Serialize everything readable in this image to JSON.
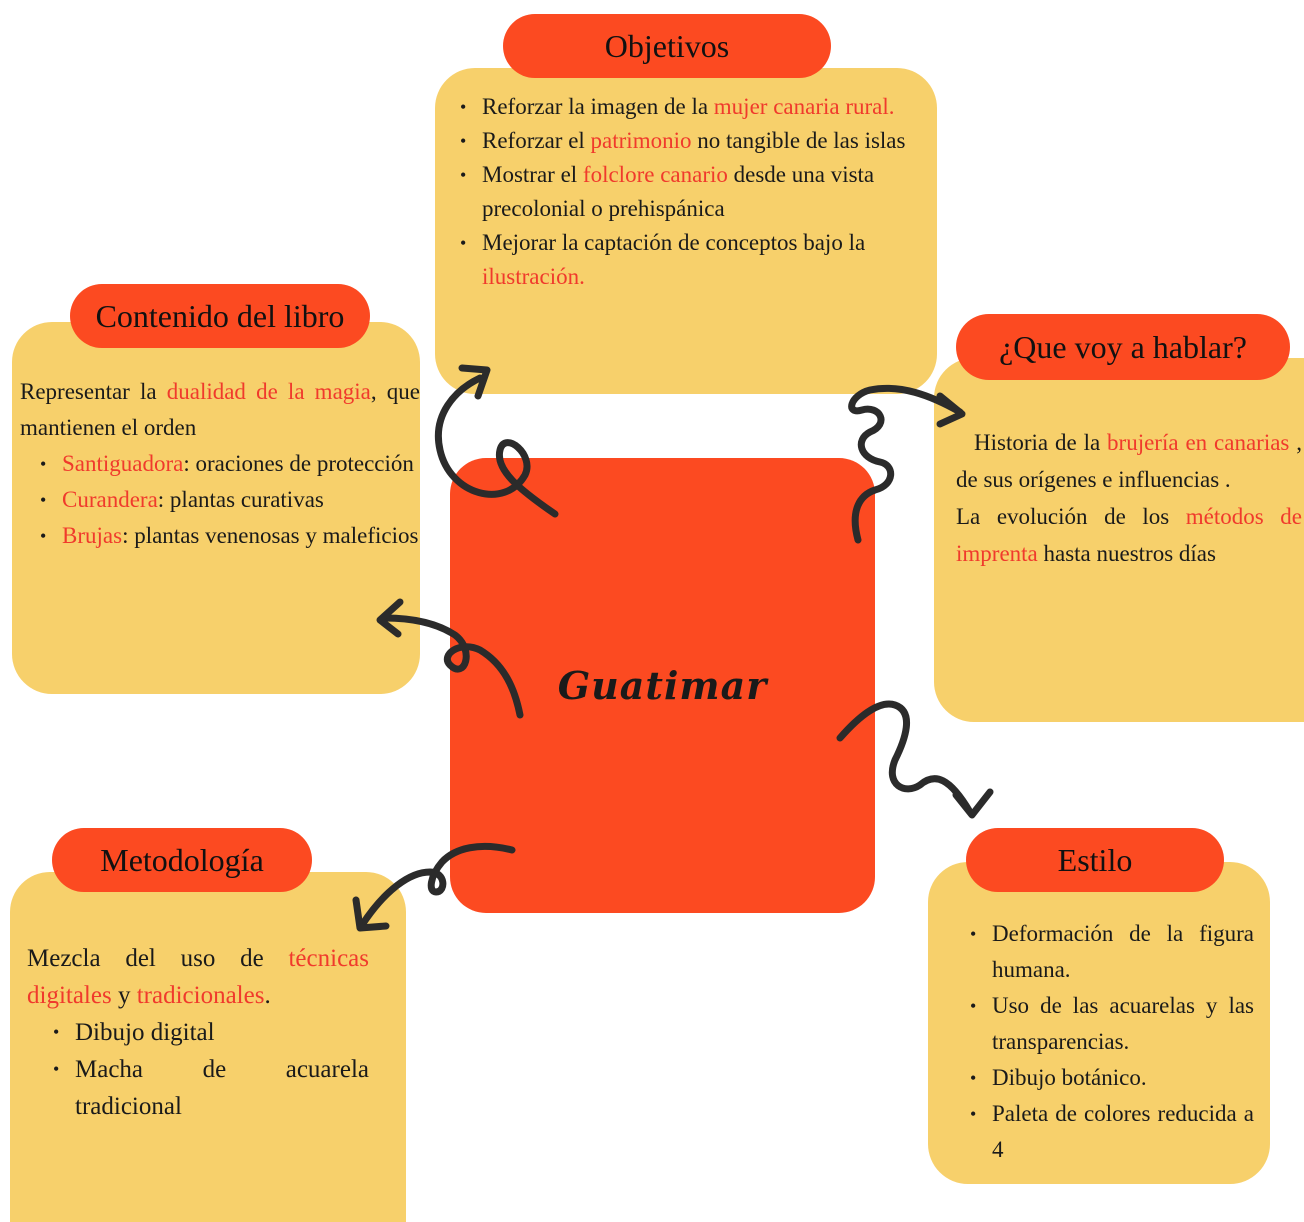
{
  "center": {
    "title": "Guatimar"
  },
  "objetivos": {
    "title": "Objetivos",
    "items": [
      [
        "Reforzar la imagen de la ",
        "mujer canaria rural.",
        ""
      ],
      [
        "Reforzar el ",
        "patrimonio",
        " no tangible de las islas"
      ],
      [
        "Mostrar el ",
        "folclore canario",
        " desde una vista precolonial o prehispánica"
      ],
      [
        "Mejorar la captación de conceptos bajo la ",
        "ilustración.",
        ""
      ]
    ]
  },
  "contenido": {
    "title": "Contenido del libro",
    "intro_a": "Representar la ",
    "intro_hl": "dualidad de la magia",
    "intro_b": ", que mantienen el orden",
    "items": [
      [
        "Santiguadora",
        ": oraciones de protección"
      ],
      [
        "Curandera",
        ": plantas curativas"
      ],
      [
        "Brujas",
        ": plantas venenosas y maleficios"
      ]
    ]
  },
  "hablar": {
    "title": "¿Que voy a hablar?",
    "p1_a": "Historia de la ",
    "p1_hl": "brujería en canarias",
    "p1_b": " , de sus orígenes e influencias .",
    "p2_a": "La evolución de los ",
    "p2_hl": "métodos de imprenta",
    "p2_b": " hasta nuestros días"
  },
  "metodologia": {
    "title": "Metodología",
    "intro_a": "Mezcla del uso de ",
    "intro_hl1": "técnicas digitales",
    "intro_b": " y ",
    "intro_hl2": "tradicionales",
    "intro_c": ".",
    "items": [
      "Dibujo digital",
      "Macha de acuarela tradicional"
    ]
  },
  "estilo": {
    "title": "Estilo",
    "items": [
      "Deformación de la figura humana.",
      "Uso de las acuarelas y las transparencias.",
      "Dibujo botánico.",
      "Paleta de colores reducida a 4"
    ]
  },
  "colors": {
    "card": "#f7d06b",
    "accent": "#fc4a21",
    "highlight": "#f03a2c"
  }
}
